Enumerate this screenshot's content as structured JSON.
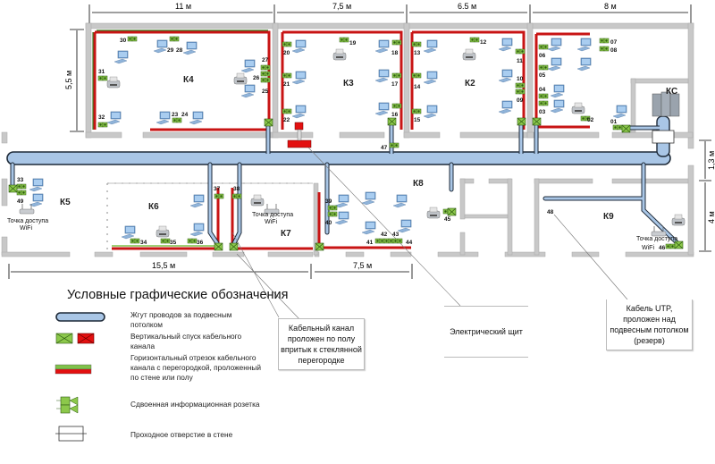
{
  "title": "Схема прокладки СКС",
  "dimensions": {
    "k4_width": "11 м",
    "k3_width": "7,5 м",
    "k2_width": "6.5 м",
    "right_width": "8 м",
    "height_left": "5,5 м",
    "corridor": "1,3 м",
    "k9_height": "4 м",
    "bottom_left": "15,5 м",
    "bottom_mid": "7,5 м"
  },
  "rooms": {
    "k4": "К4",
    "k3": "К3",
    "k2": "К2",
    "ks": "КС",
    "k5": "К5",
    "k6": "К6",
    "k7": "К7",
    "k8": "К8",
    "k9": "К9"
  },
  "wifi": {
    "line1": "Точка доступа",
    "line2": "WiFi"
  },
  "outlets": [
    "30",
    "29",
    "28",
    "31",
    "27",
    "26",
    "25",
    "32",
    "23",
    "24",
    "20",
    "19",
    "18",
    "21",
    "17",
    "22",
    "16",
    "13",
    "12",
    "11",
    "14",
    "10",
    "09",
    "15",
    "07",
    "08",
    "06",
    "05",
    "04",
    "03",
    "02",
    "01",
    "47",
    "33",
    "49",
    "37",
    "38",
    "34",
    "35",
    "36",
    "39",
    "40",
    "41",
    "42",
    "43",
    "44",
    "45",
    "48",
    "46"
  ],
  "callouts": {
    "cable_channel": "Кабельный канал проложен по полу впритык к стеклянной перегородке",
    "electric_panel": "Электрический щит",
    "utp": "Кабель UTP, проложен над подвесным потолком (резерв)"
  },
  "legend": {
    "title": "Условные графические обозначения",
    "items": [
      "Жгут проводов за подвесным потолком",
      "Вертикальный спуск кабельного канала",
      "Горизонтальный отрезок кабельного канала с перегородкой, проложенный по стене или полу",
      "Сдвоенная информационная розетка",
      "Проходное отверстие в стене"
    ]
  },
  "colors": {
    "duct": "#a9c6e6",
    "channel_green": "#7fc24a",
    "channel_red": "#c81414",
    "outlet": "#8cc84b",
    "wall": "#c8c8c8"
  }
}
